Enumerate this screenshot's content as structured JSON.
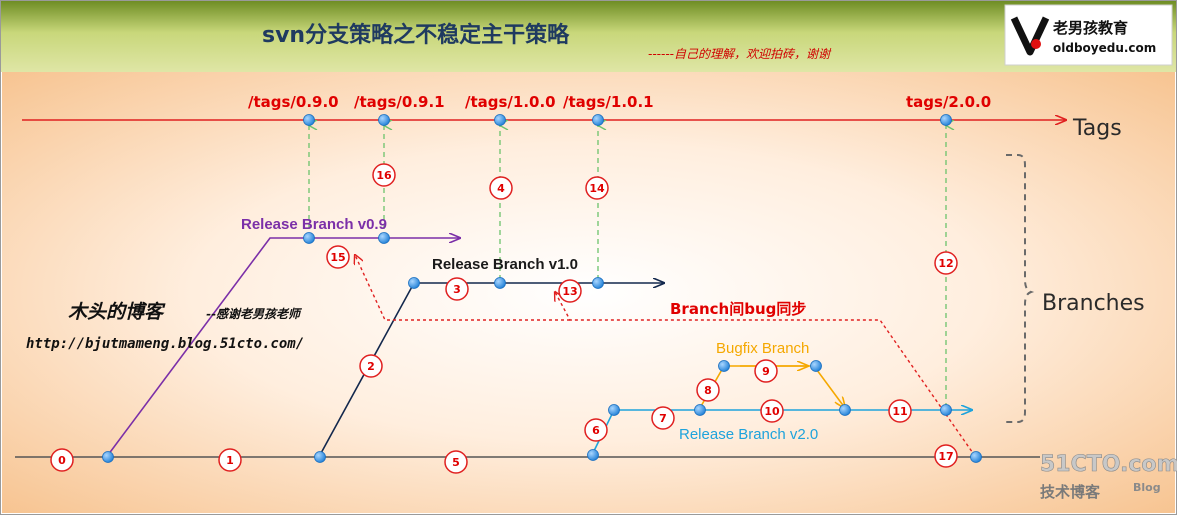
{
  "header": {
    "title": "svn分支策略之不稳定主干策略",
    "subtitle": "------自己的理解，欢迎拍砖，谢谢"
  },
  "logo": {
    "brand_cn": "老男孩教育",
    "brand_en": "oldboyedu.com"
  },
  "tags": {
    "axis_label": "Tags",
    "items": [
      {
        "label": "/tags/0.9.0"
      },
      {
        "label": "/tags/0.9.1"
      },
      {
        "label": "/tags/1.0.0"
      },
      {
        "label": "/tags/1.0.1"
      },
      {
        "label": "tags/2.0.0"
      }
    ]
  },
  "branches": {
    "group_label": "Branches",
    "release_09": "Release Branch v0.9",
    "release_10": "Release Branch v1.0",
    "bugfix": "Bugfix Branch",
    "release_20": "Release Branch v2.0",
    "sync_label": "Branch间bug同步"
  },
  "steps": [
    "0",
    "1",
    "2",
    "3",
    "4",
    "5",
    "6",
    "7",
    "8",
    "9",
    "10",
    "11",
    "12",
    "13",
    "14",
    "15",
    "16",
    "17"
  ],
  "blog": {
    "name": "木头的博客",
    "thanks": "--感谢老男孩老师",
    "url": "http://bjutmameng.blog.51cto.com/"
  },
  "watermark": {
    "site": "51CTO.com",
    "cn": "技术博客",
    "blog": "Blog"
  },
  "colors": {
    "trunk": "#555555",
    "tags_line": "#e02020",
    "release_09": "#7b2fa8",
    "release_10": "#13284d",
    "bugfix": "#f5a800",
    "release_20": "#1ea3dc",
    "tag_link": "#6cc36c",
    "sync": "#e02020",
    "node": "#2f8ee0"
  }
}
